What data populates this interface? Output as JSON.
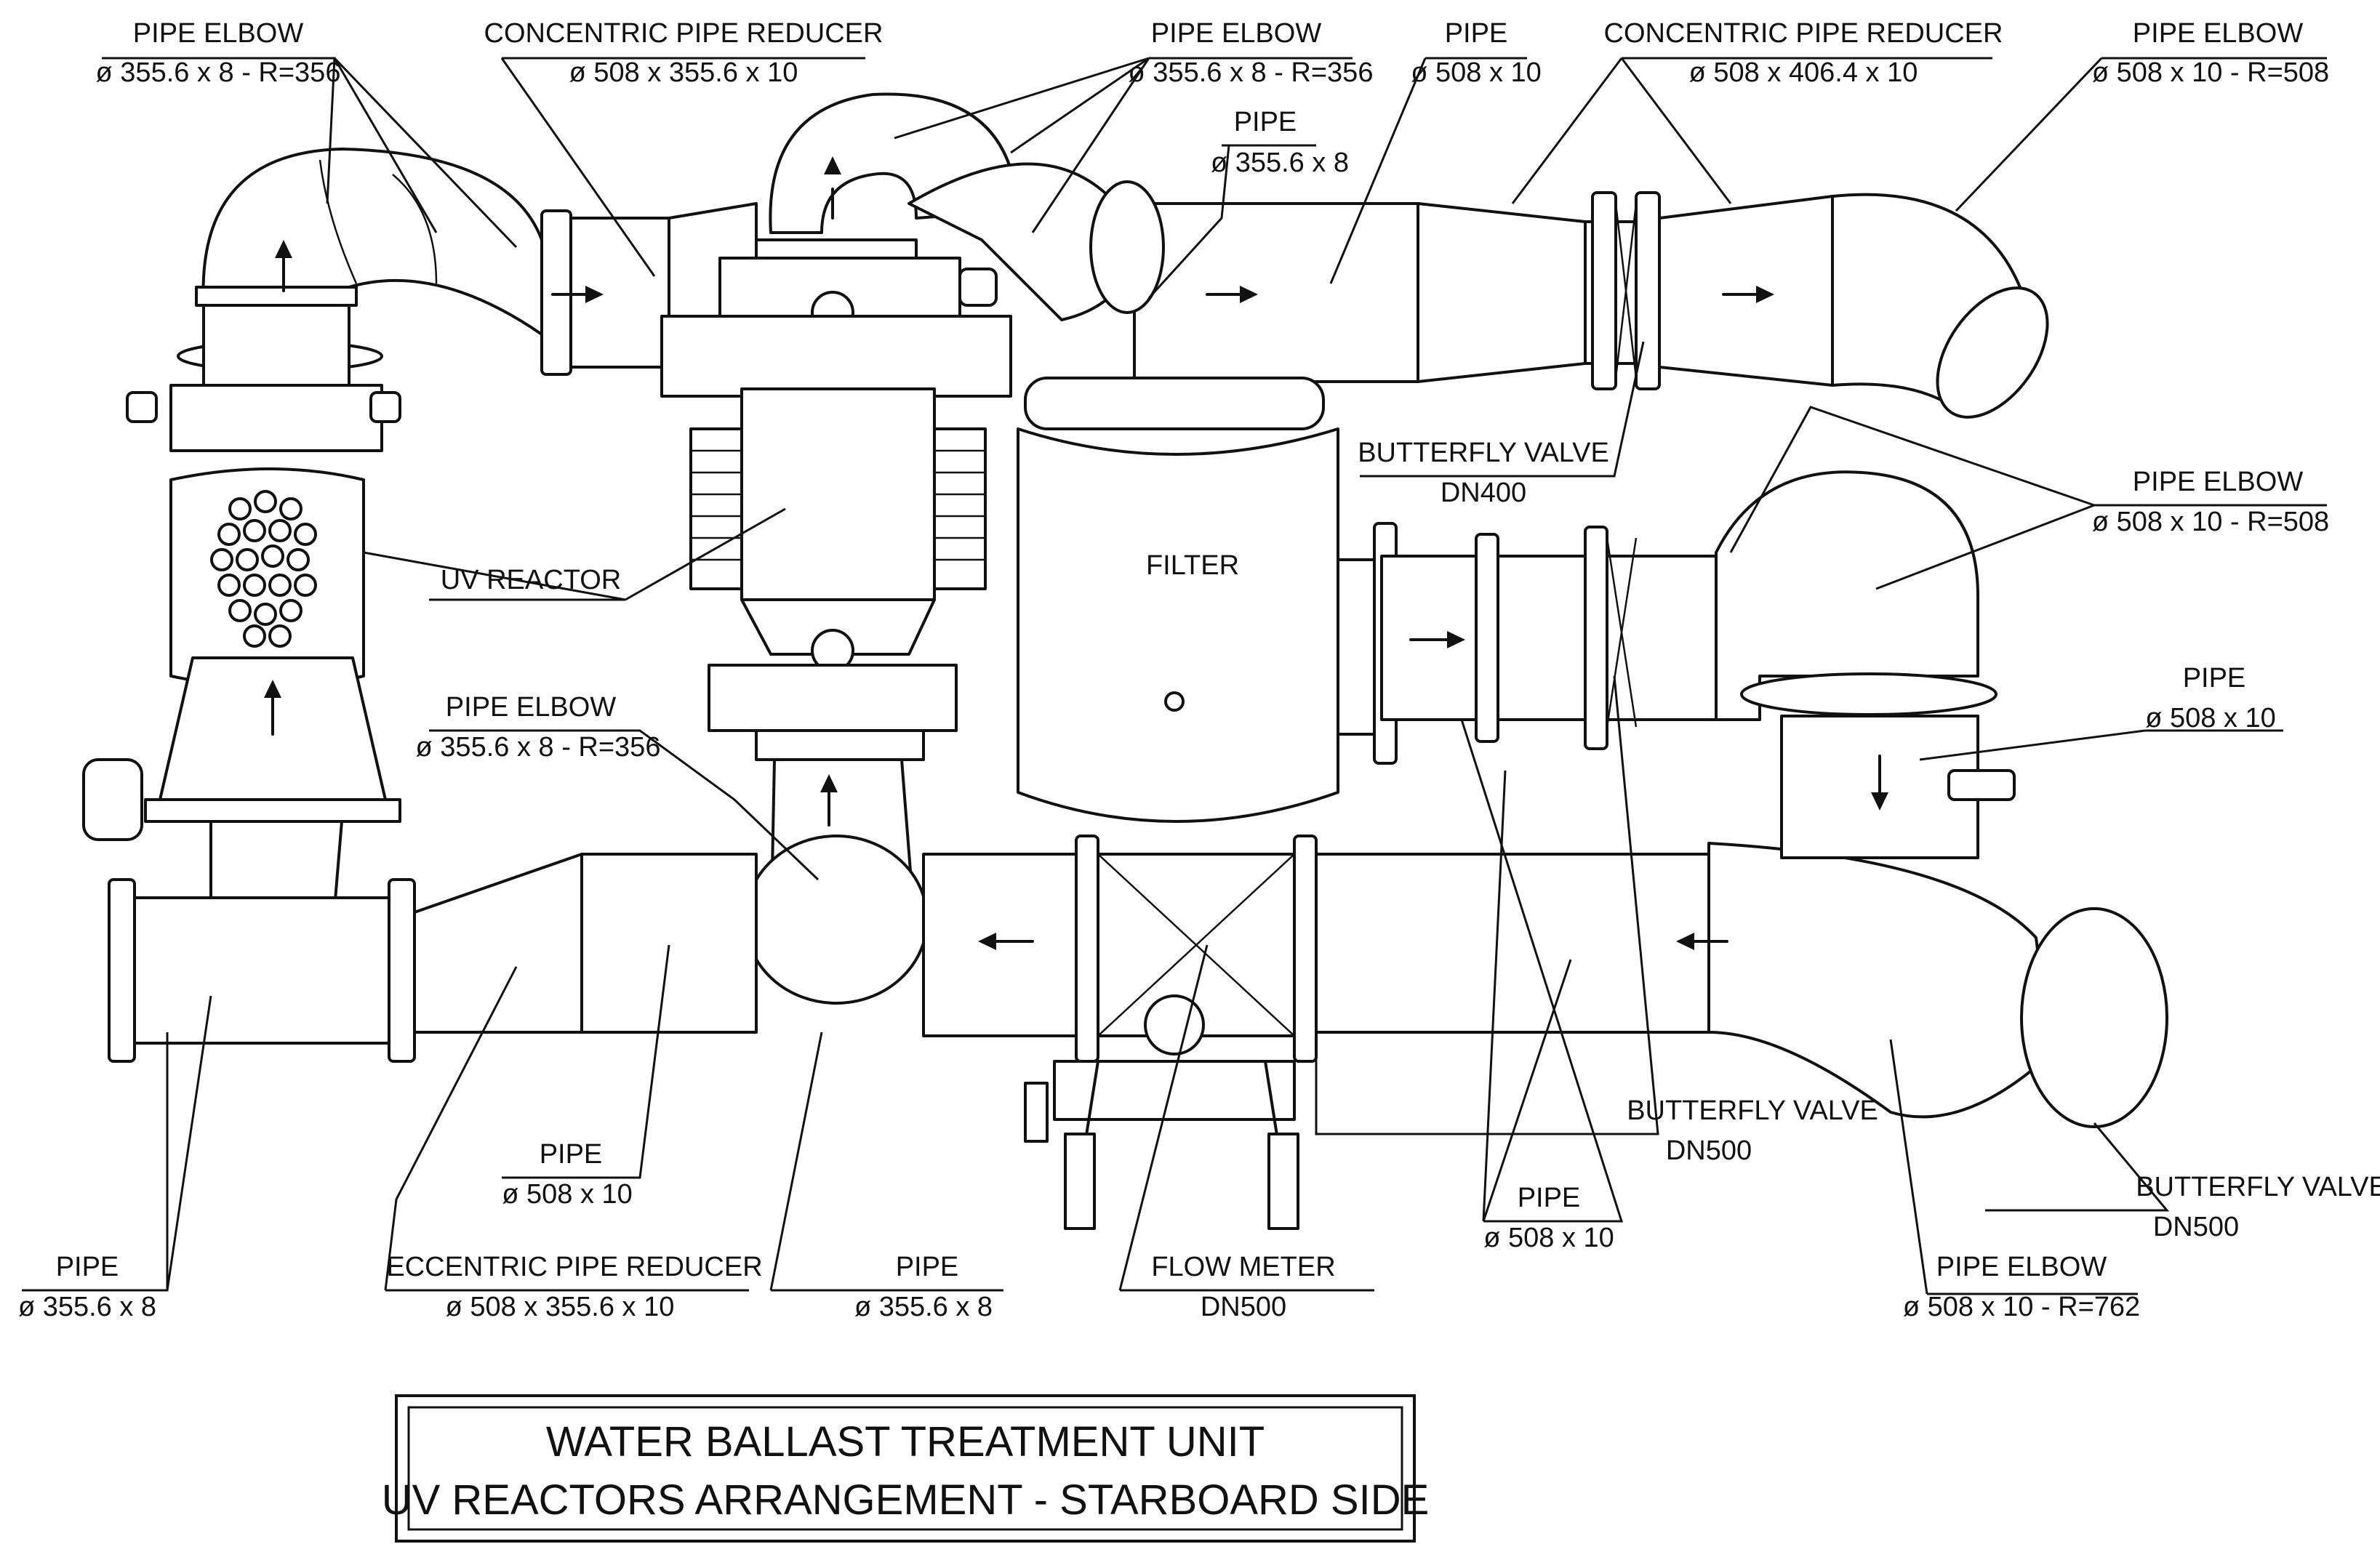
{
  "labels": {
    "elbow_top_left": {
      "title": "PIPE ELBOW",
      "spec": "ø 355.6 x 8 - R=356"
    },
    "reducer_top": {
      "title": "CONCENTRIC PIPE REDUCER",
      "spec": "ø 508 x 355.6 x 10"
    },
    "elbow_top_mid": {
      "title": "PIPE ELBOW",
      "spec": "ø 355.6 x 8 - R=356"
    },
    "pipe_top_small": {
      "title": "PIPE",
      "spec": "ø 355.6 x 8"
    },
    "pipe_top": {
      "title": "PIPE",
      "spec": "ø 508 x 10"
    },
    "reducer_top_right": {
      "title": "CONCENTRIC PIPE REDUCER",
      "spec": "ø 508 x 406.4 x 10"
    },
    "elbow_top_right": {
      "title": "PIPE ELBOW",
      "spec": "ø 508 x 10 - R=508"
    },
    "butterfly_upper": {
      "title": "BUTTERFLY VALVE",
      "spec": "DN400"
    },
    "elbow_right_mid": {
      "title": "PIPE ELBOW",
      "spec": "ø 508 x 10 - R=508"
    },
    "pipe_right_mid": {
      "title": "PIPE",
      "spec": "ø 508 x 10"
    },
    "uv_reactor": {
      "title": "UV REACTOR"
    },
    "filter": {
      "title": "FILTER"
    },
    "elbow_mid": {
      "title": "PIPE ELBOW",
      "spec": "ø 355.6 x 8 - R=356"
    },
    "butterfly_lower_mid": {
      "title": "BUTTERFLY VALVE",
      "spec": "DN500"
    },
    "butterfly_lower_right": {
      "title": "BUTTERFLY VALVE",
      "spec": "DN500"
    },
    "pipe_bottom_mid": {
      "title": "PIPE",
      "spec": "ø 508 x 10"
    },
    "pipe_bottom_center": {
      "title": "PIPE",
      "spec": "ø 508 x 10"
    },
    "pipe_bottom_left": {
      "title": "PIPE",
      "spec": "ø 355.6 x 8"
    },
    "eccentric_reducer": {
      "title": "ECCENTRIC PIPE REDUCER",
      "spec": "ø 508 x 355.6 x 10"
    },
    "pipe_bottom_small": {
      "title": "PIPE",
      "spec": "ø 355.6 x 8"
    },
    "flow_meter": {
      "title": "FLOW METER",
      "spec": "DN500"
    },
    "elbow_bottom_right": {
      "title": "PIPE ELBOW",
      "spec": "ø 508 x 10 - R=762"
    }
  },
  "title_block": {
    "line1": "WATER BALLAST TREATMENT UNIT",
    "line2": "UV REACTORS ARRANGEMENT - STARBOARD SIDE"
  }
}
